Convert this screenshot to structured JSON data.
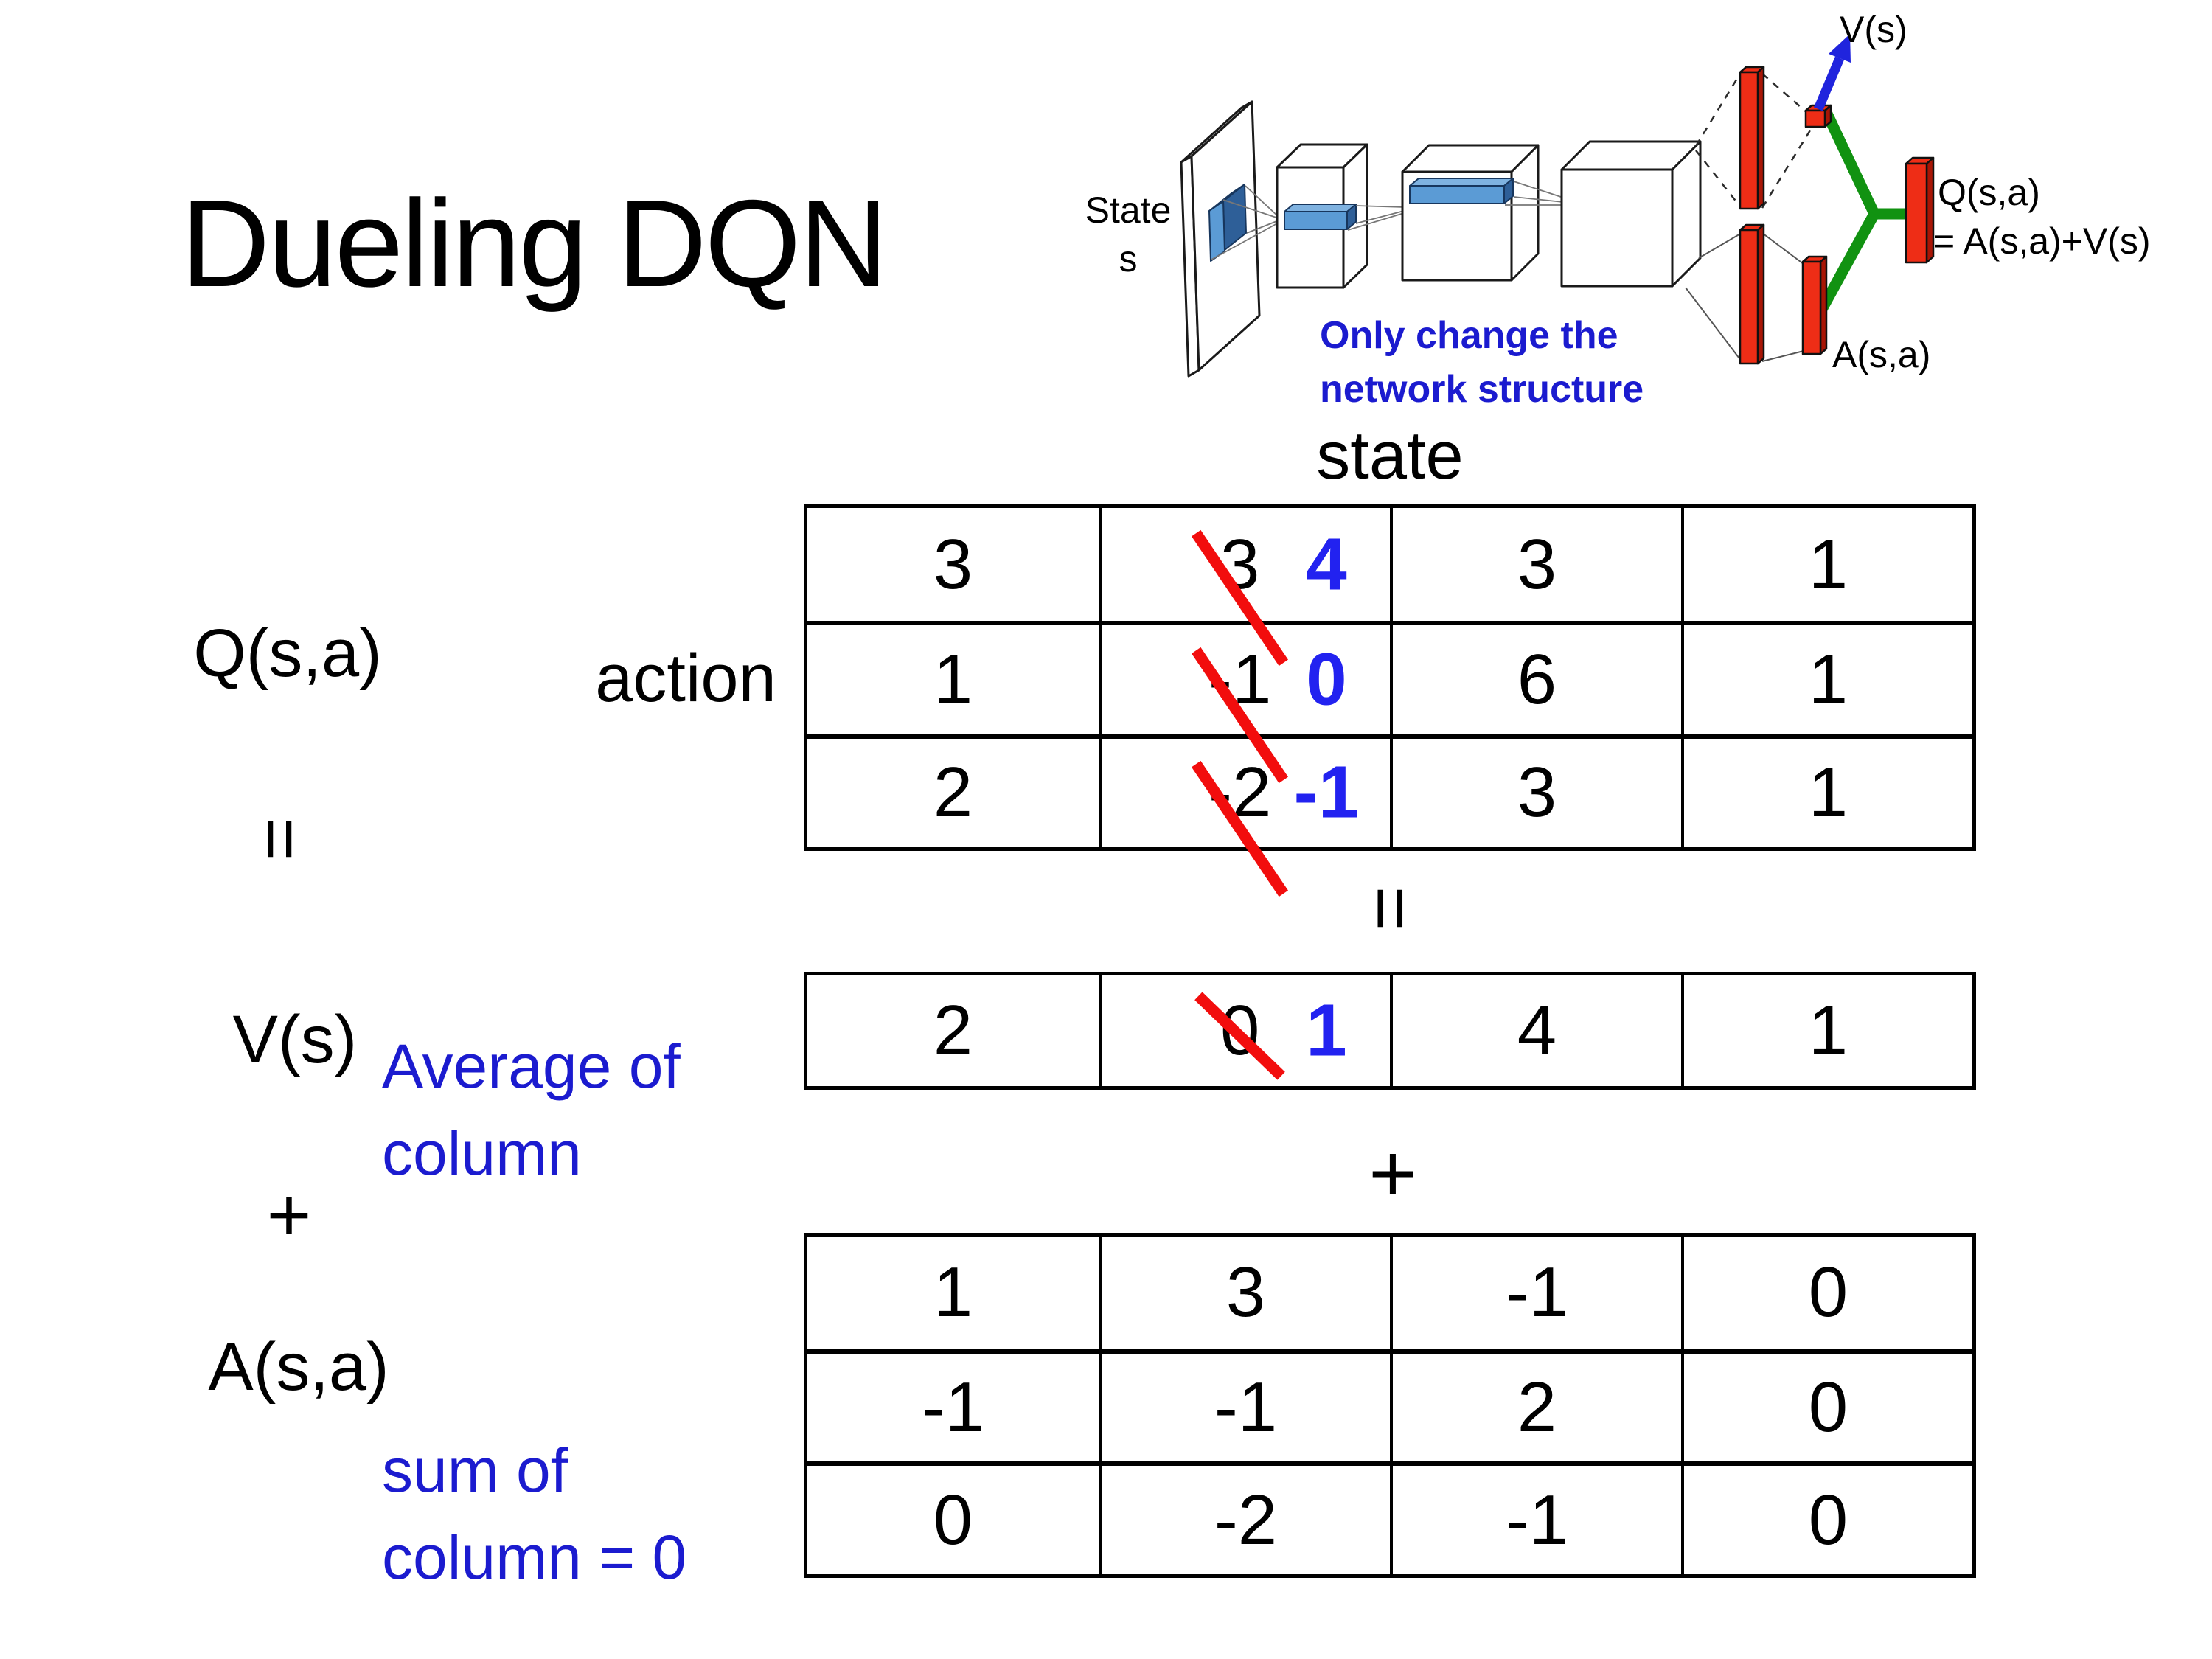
{
  "title": "Dueling DQN",
  "diagram": {
    "state_label_line1": "State",
    "state_label_line2": "s",
    "note_line1": "Only change the",
    "note_line2": "network structure",
    "v_output_label": "V(s)",
    "q_output_label_line1": "Q(s,a)",
    "q_output_label_line2": "= A(s,a)+V(s)",
    "a_output_label": "A(s,a)"
  },
  "matrix": {
    "state_header": "state",
    "action_label": "action",
    "q_label": "Q(s,a)",
    "equals_left": "=",
    "equals_center": "=",
    "v_label": "V(s)",
    "plus_left": "+",
    "plus_center": "+",
    "a_label": "A(s,a)",
    "v_note_line1": "Average of",
    "v_note_line2": "column",
    "a_note_line1": "sum of",
    "a_note_line2": "column = 0",
    "q_table": {
      "rows": [
        {
          "c0": "3",
          "old": "3",
          "new": "4",
          "c2": "3",
          "c3": "1"
        },
        {
          "c0": "1",
          "old": "-1",
          "new": "0",
          "c2": "6",
          "c3": "1"
        },
        {
          "c0": "2",
          "old": "-2",
          "new": "-1",
          "c2": "3",
          "c3": "1"
        }
      ]
    },
    "v_row": {
      "c0": "2",
      "old": "0",
      "new": "1",
      "c2": "4",
      "c3": "1"
    },
    "a_table": {
      "rows": [
        {
          "c0": "1",
          "c1": "3",
          "c2": "-1",
          "c3": "0"
        },
        {
          "c0": "-1",
          "c1": "-1",
          "c2": "2",
          "c3": "0"
        },
        {
          "c0": "0",
          "c1": "-2",
          "c2": "-1",
          "c3": "0"
        }
      ]
    }
  },
  "colors": {
    "accent_blue": "#2222F0",
    "strike_red": "#F20D0D",
    "note_blue": "#1B1BCF",
    "bar_red": "#EE2D16",
    "bar_red_side": "#A81505",
    "conv_blue": "#5B9BD5",
    "conv_blue_side": "#2E5F98",
    "conv_blue_top": "#7FB2E0",
    "merge_green": "#119211",
    "arrow_blue": "#2024DD"
  }
}
